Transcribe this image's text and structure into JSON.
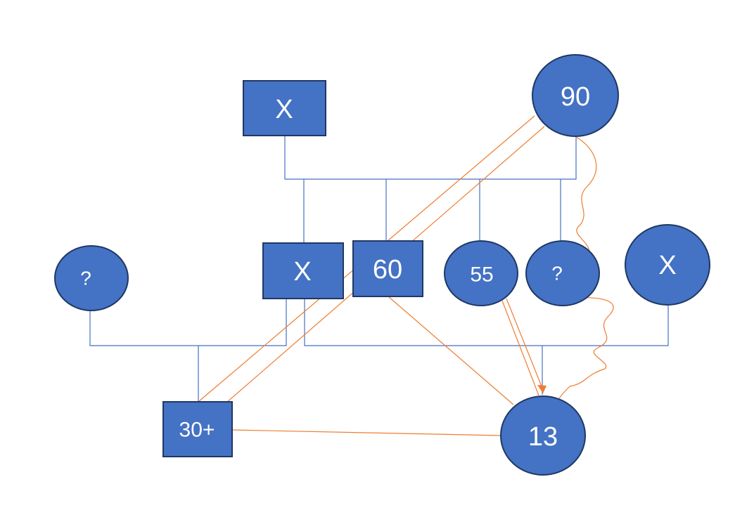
{
  "colors": {
    "node_fill": "#4472c4",
    "node_border": "#1f3864",
    "connector_blue": "#4472c4",
    "connector_orange": "#ed7d31",
    "background": "#ffffff"
  },
  "nodes": {
    "top_square": {
      "shape": "square",
      "label": "X"
    },
    "top_circle": {
      "shape": "circle",
      "label": "90"
    },
    "left_circle": {
      "shape": "circle",
      "label": "?"
    },
    "mid_square_x": {
      "shape": "square",
      "label": "X"
    },
    "mid_square_60": {
      "shape": "square",
      "label": "60"
    },
    "mid_circle_55": {
      "shape": "circle",
      "label": "55"
    },
    "mid_circle_q": {
      "shape": "circle",
      "label": "?"
    },
    "right_circle_x": {
      "shape": "circle",
      "label": "X"
    },
    "bottom_square_30": {
      "shape": "square",
      "label": "30+"
    },
    "bottom_circle_13": {
      "shape": "circle",
      "label": "13"
    }
  }
}
